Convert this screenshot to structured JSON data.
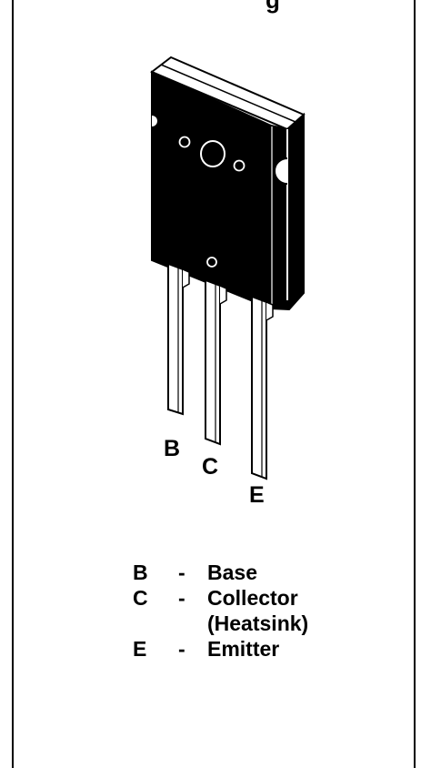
{
  "header_text": "g",
  "pins": [
    {
      "letter": "B",
      "name": "Base",
      "note": ""
    },
    {
      "letter": "C",
      "name": "Collector",
      "note": "(Heatsink)"
    },
    {
      "letter": "E",
      "name": "Emitter",
      "note": ""
    }
  ],
  "separator": "-",
  "colors": {
    "body": "#000000",
    "outline": "#000000",
    "background": "#ffffff"
  }
}
